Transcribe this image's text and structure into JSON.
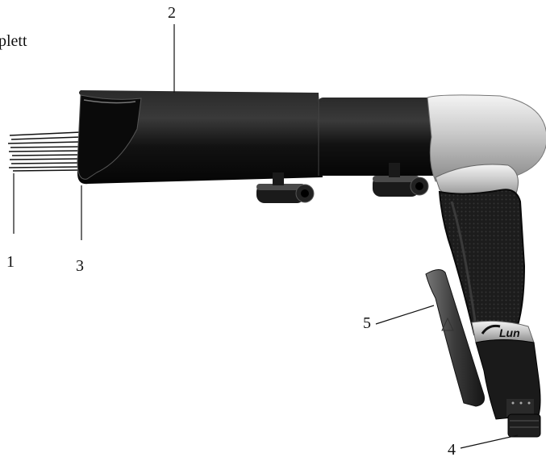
{
  "header_text_fragment": "plett",
  "callouts": [
    {
      "number": "1"
    },
    {
      "number": "2"
    },
    {
      "number": "3"
    },
    {
      "number": "4"
    },
    {
      "number": "5"
    }
  ],
  "brand_logo_text": "Lun"
}
